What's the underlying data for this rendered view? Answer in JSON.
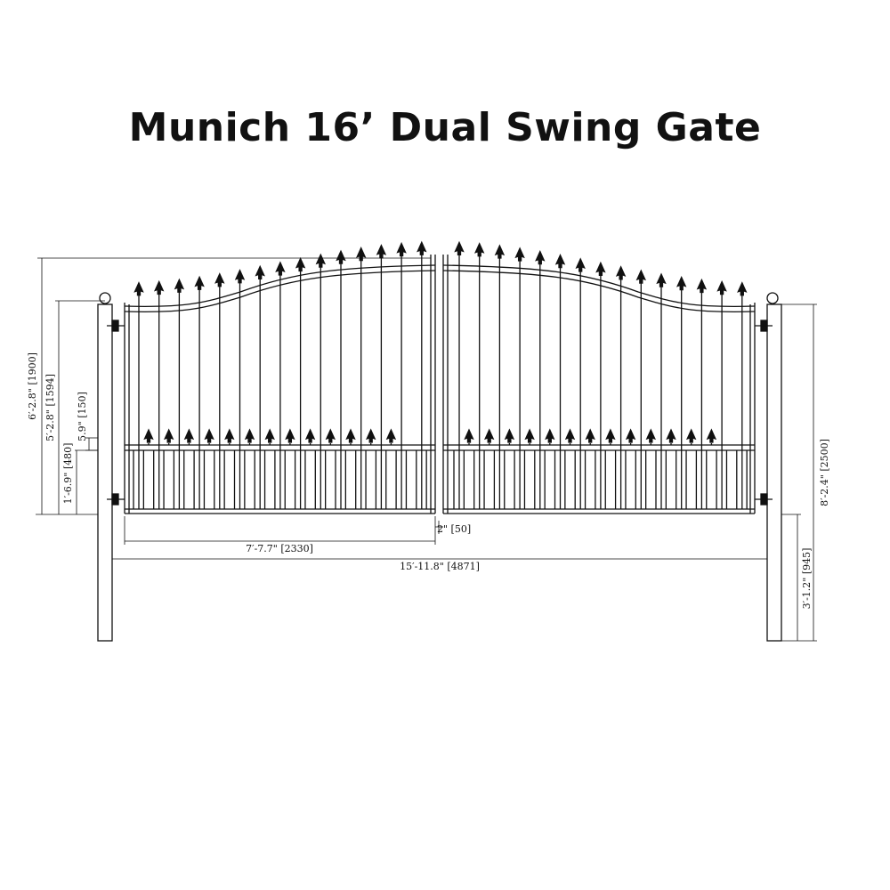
{
  "title": "Munich 16’ Dual Swing Gate",
  "dimensions": {
    "overall_height": "6′-2.8\" [1900]",
    "panel_side_height": "5′-2.8\" [1594]",
    "ball_to_frame": "5.9\" [150]",
    "lower_section": "1′-6.9\" [480]",
    "post_height": "8′-2.4\" [2500]",
    "post_below_gate": "3′-1.2\" [945]",
    "center_gap": "2\" [50]",
    "panel_width": "7′-7.7\" [2330]",
    "overall_width": "15′-11.8\" [4871]"
  },
  "colors": {
    "line": "#111111",
    "background": "#ffffff"
  }
}
